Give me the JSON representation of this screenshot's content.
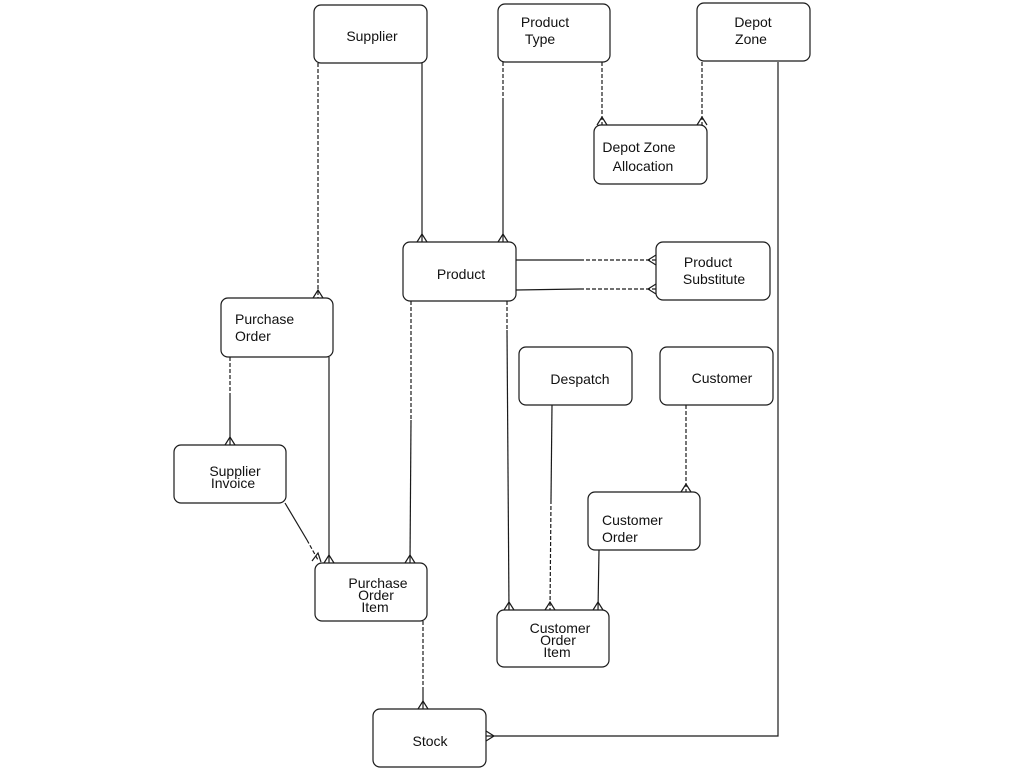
{
  "diagram": {
    "entities": {
      "supplier": [
        "Supplier"
      ],
      "product_type": [
        "Product",
        "Type"
      ],
      "depot_zone": [
        "Depot",
        "Zone"
      ],
      "depot_zone_allocation": [
        "Depot Zone",
        "Allocation"
      ],
      "product": [
        "Product"
      ],
      "product_substitute": [
        "Product",
        "Substitute"
      ],
      "purchase_order": [
        "Purchase",
        "Order"
      ],
      "despatch": [
        "Despatch"
      ],
      "customer": [
        "Customer"
      ],
      "supplier_invoice": [
        "Supplier",
        "Invoice"
      ],
      "customer_order": [
        "Customer",
        "Order"
      ],
      "purchase_order_item": [
        "Purchase",
        "Order",
        "Item"
      ],
      "customer_order_item": [
        "Customer",
        "Order",
        "Item"
      ],
      "stock": [
        "Stock"
      ]
    }
  }
}
